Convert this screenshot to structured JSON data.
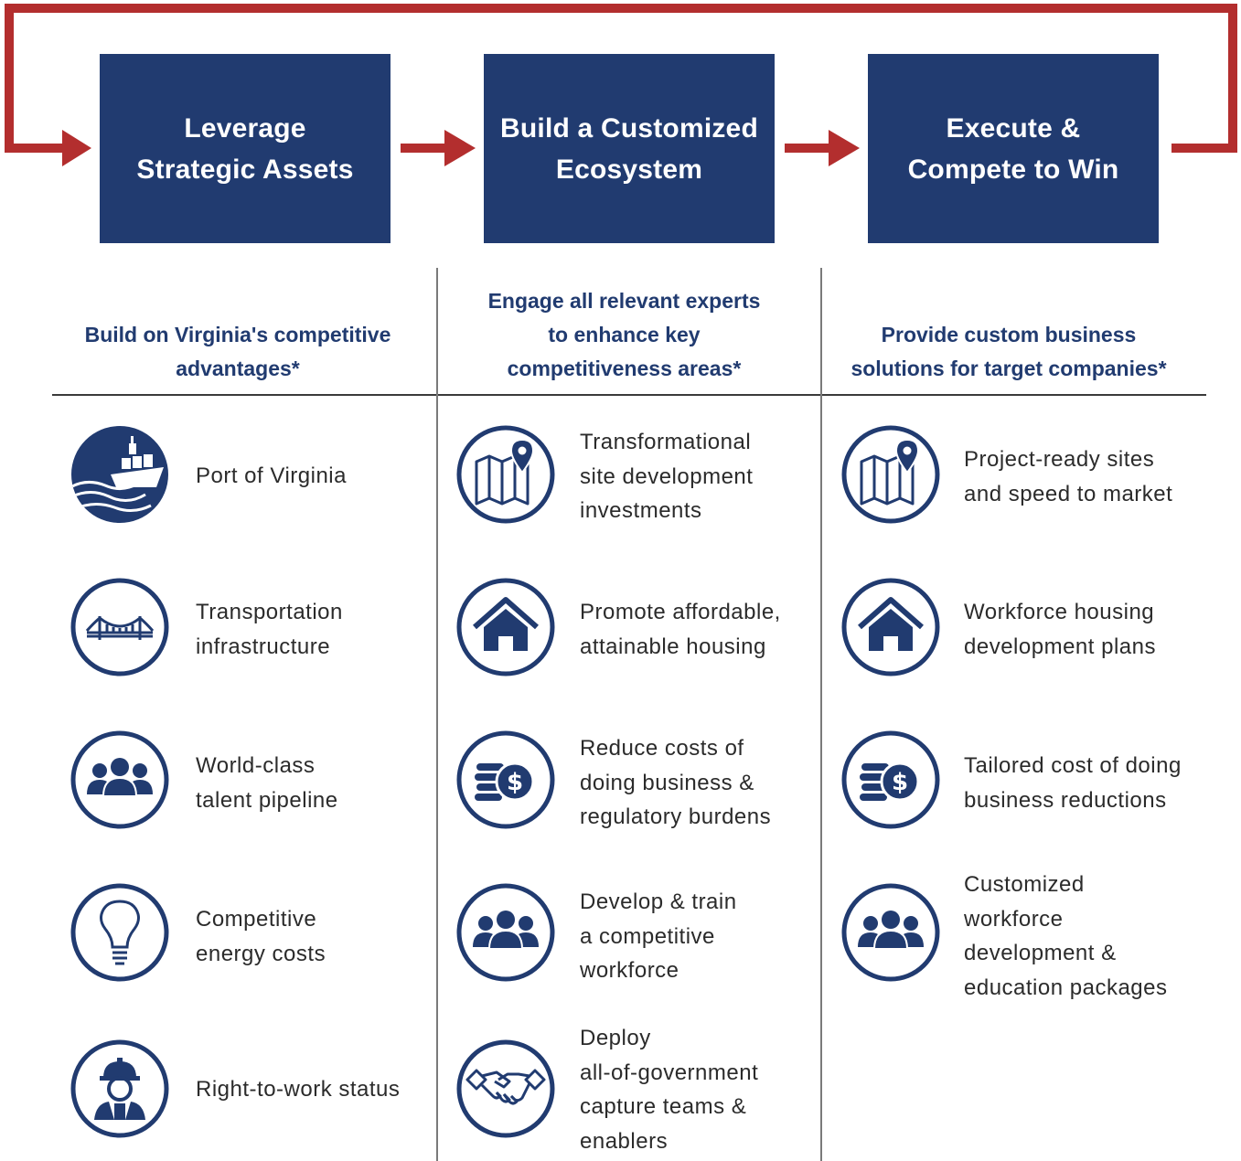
{
  "colors": {
    "navy": "#213b70",
    "red": "#b32e2e",
    "text": "#2b2b2b"
  },
  "steps": [
    {
      "title": "Leverage\nStrategic Assets"
    },
    {
      "title": "Build a Customized\nEcosystem"
    },
    {
      "title": "Execute &\nCompete to Win"
    }
  ],
  "columns": [
    {
      "heading": "Build on Virginia's competitive\nadvantages*",
      "items": [
        {
          "icon": "ship-icon",
          "text": "Port of Virginia"
        },
        {
          "icon": "bridge-icon",
          "text": "Transportation\ninfrastructure"
        },
        {
          "icon": "people-icon",
          "text": "World-class\ntalent pipeline"
        },
        {
          "icon": "lightbulb-icon",
          "text": "Competitive\nenergy costs"
        },
        {
          "icon": "worker-icon",
          "text": "Right-to-work status"
        }
      ]
    },
    {
      "heading": "Engage all relevant experts\nto enhance key\ncompetitiveness areas*",
      "items": [
        {
          "icon": "map-pin-icon",
          "text": "Transformational\nsite development\ninvestments"
        },
        {
          "icon": "house-icon",
          "text": "Promote affordable,\nattainable housing"
        },
        {
          "icon": "coins-dollar-icon",
          "text": "Reduce costs of\ndoing business &\nregulatory burdens"
        },
        {
          "icon": "people-icon",
          "text": "Develop & train\na competitive\nworkforce"
        },
        {
          "icon": "handshake-icon",
          "text": "Deploy\nall-of-government\ncapture teams &\nenablers"
        }
      ]
    },
    {
      "heading": "Provide custom business\nsolutions for target companies*",
      "items": [
        {
          "icon": "map-pin-icon",
          "text": "Project-ready sites\nand speed to market"
        },
        {
          "icon": "house-icon",
          "text": "Workforce housing\ndevelopment plans"
        },
        {
          "icon": "coins-dollar-icon",
          "text": "Tailored cost of doing\nbusiness reductions"
        },
        {
          "icon": "people-icon",
          "text": "Customized\nworkforce\ndevelopment &\neducation packages"
        }
      ]
    }
  ]
}
